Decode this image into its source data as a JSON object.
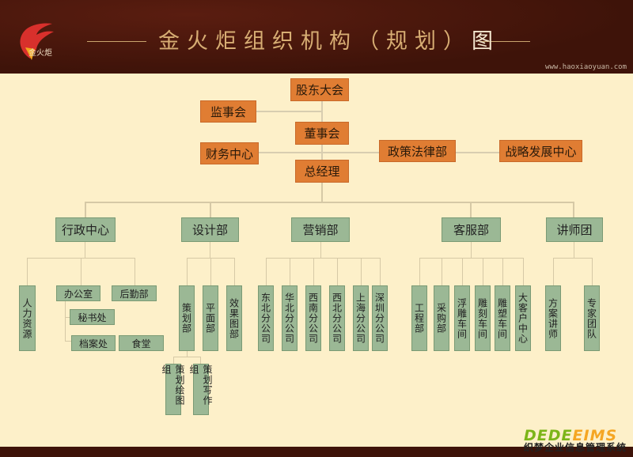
{
  "header": {
    "title_main": "金火炬组织机构（规划）",
    "title_last": "图",
    "url": "www.haoxiaoyuan.com",
    "logo_text": "金火炬"
  },
  "top": {
    "shareholders": "股东大会",
    "supervisors": "监事会",
    "board": "董事会",
    "finance": "财务中心",
    "policy_law": "政策法律部",
    "strategy": "战略发展中心",
    "gm": "总经理"
  },
  "centers": [
    "行政中心",
    "设计部",
    "营销部",
    "客服部",
    "讲师团"
  ],
  "admin": {
    "hr": "人力资源",
    "office": "办公室",
    "logistics": "后勤部",
    "secretary": "秘书处",
    "archive": "档案处",
    "canteen": "食堂"
  },
  "design": {
    "planning": "策划部",
    "graphic": "平面部",
    "render": "效果图部",
    "draw_group": "策划绘图组",
    "write_group": "策划写作组"
  },
  "marketing": [
    "东北分公司",
    "华北分公司",
    "西南分公司",
    "西北分公司",
    "上海分公司",
    "深圳分公司"
  ],
  "service": [
    "工程部",
    "采购部",
    "浮雕车间",
    "雕刻车间",
    "雕塑车间",
    "大客户中心"
  ],
  "lecturers": [
    "方案讲师",
    "专家团队"
  ],
  "watermark": {
    "brand_a": "DEDE",
    "brand_b": "EIMS",
    "subtitle": "织梦企业信息管理系统"
  }
}
